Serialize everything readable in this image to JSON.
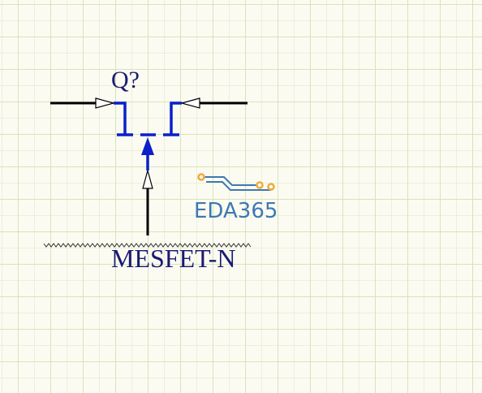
{
  "component": {
    "designator": "Q?",
    "comment": "MESFET-N"
  },
  "watermark": {
    "text": "EDA365"
  },
  "colors": {
    "body": "#0b20c9",
    "wire": "#000000",
    "text": "#1a1a73",
    "grid": "#d7e4b9",
    "logo_text": "#3e78b3",
    "logo_trace": "#3e78b3",
    "logo_pad": "#f0a93a"
  }
}
